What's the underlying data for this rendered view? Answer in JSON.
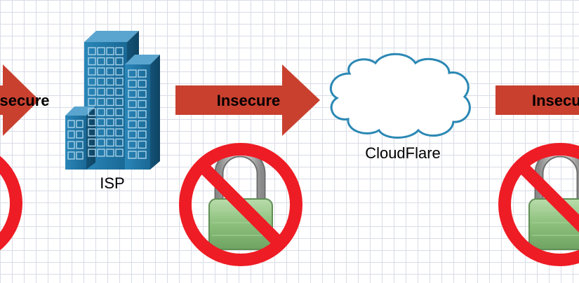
{
  "nodes": {
    "isp": {
      "label": "ISP"
    },
    "cloudflare": {
      "label": "CloudFlare"
    }
  },
  "arrows": [
    {
      "label": "Insecure"
    },
    {
      "label": "Insecure"
    },
    {
      "label": "Insecure"
    }
  ],
  "colors": {
    "arrow": "#c9402f",
    "building": "#1d6f9c",
    "cloud_stroke": "#2b88b4",
    "prohibition": "#ee1c24",
    "lock_body": "#8fbf7f"
  }
}
